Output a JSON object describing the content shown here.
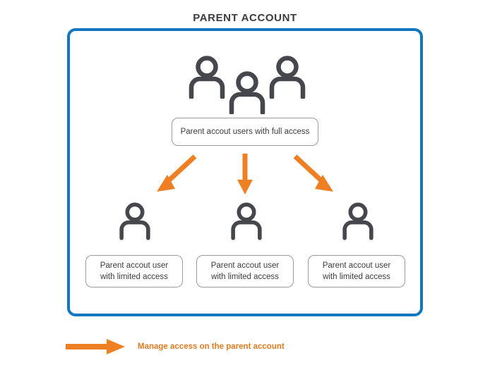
{
  "title": "PARENT ACCOUNT",
  "colors": {
    "frame_blue": "#1277c0",
    "arrow_orange": "#ee8023",
    "icon_gray": "#46464d",
    "box_border": "#9b9b9e",
    "text_dark": "#3b3b42",
    "legend_text": "#e07b22",
    "background": "#ffffff"
  },
  "frame": {
    "name": "parent-account-frame"
  },
  "top_group": {
    "icon_name": "three-users-icon",
    "icon_count": 3,
    "label": "Parent accout users with full access"
  },
  "arrows": [
    {
      "name": "arrow-to-left-user",
      "direction": "down-left"
    },
    {
      "name": "arrow-to-center-user",
      "direction": "down"
    },
    {
      "name": "arrow-to-right-user",
      "direction": "down-right"
    }
  ],
  "children": [
    {
      "icon_name": "user-icon",
      "line1": "Parent accout user",
      "line2": "with limited access"
    },
    {
      "icon_name": "user-icon",
      "line1": "Parent accout user",
      "line2": "with limited access"
    },
    {
      "icon_name": "user-icon",
      "line1": "Parent accout user",
      "line2": "with limited access"
    }
  ],
  "legend": {
    "icon_name": "right-arrow-icon",
    "label": "Manage access on the parent account"
  }
}
